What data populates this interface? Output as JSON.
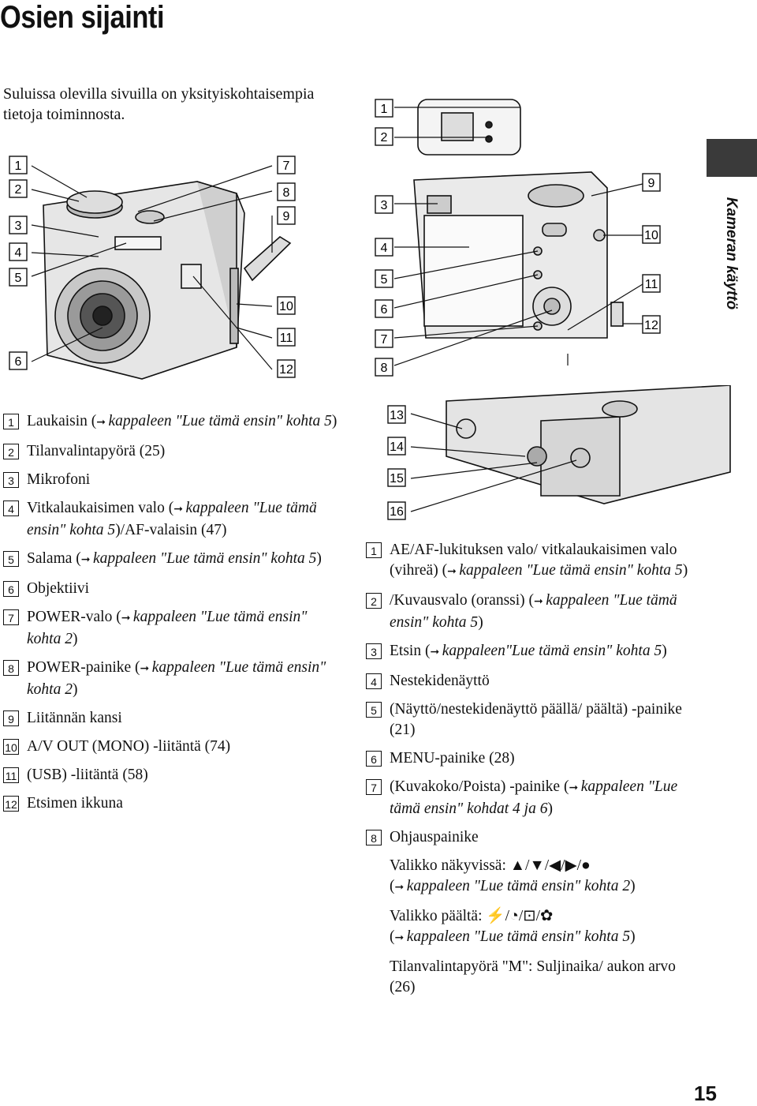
{
  "page": {
    "title": "Osien sijainti",
    "intro": "Suluissa olevilla sivuilla on yksityiskohtaisempia tietoja toiminnosta.",
    "side_label": "Kameran käyttö",
    "page_number": "15"
  },
  "front_callouts": [
    "1",
    "2",
    "3",
    "4",
    "5",
    "6",
    "7",
    "8",
    "9",
    "10",
    "11",
    "12"
  ],
  "back_callouts": [
    "1",
    "2",
    "3",
    "4",
    "5",
    "6",
    "7",
    "8",
    "9",
    "10",
    "11",
    "12"
  ],
  "bottom_callouts": [
    "13",
    "14",
    "15",
    "16"
  ],
  "front_items": [
    {
      "num": "1",
      "pre": "Laukaisin (",
      "ref": "kappaleen \"Lue tämä ensin\" kohta 5",
      "post": ")"
    },
    {
      "num": "2",
      "pre": "Tilanvalintapyörä (25)",
      "ref": "",
      "post": ""
    },
    {
      "num": "3",
      "pre": "Mikrofoni",
      "ref": "",
      "post": ""
    },
    {
      "num": "4",
      "pre": "Vitkalaukaisimen valo (",
      "ref": "kappaleen \"Lue tämä ensin\" kohta 5",
      "post": ")/AF-valaisin (47)"
    },
    {
      "num": "5",
      "pre": "Salama (",
      "ref": "kappaleen \"Lue tämä ensin\" kohta 5",
      "post": ")"
    },
    {
      "num": "6",
      "pre": "Objektiivi",
      "ref": "",
      "post": ""
    },
    {
      "num": "7",
      "pre": "POWER-valo (",
      "ref": "kappaleen \"Lue tämä ensin\" kohta 2",
      "post": ")"
    },
    {
      "num": "8",
      "pre": "POWER-painike (",
      "ref": "kappaleen \"Lue tämä ensin\" kohta 2",
      "post": ")"
    },
    {
      "num": "9",
      "pre": "Liitännän kansi",
      "ref": "",
      "post": ""
    },
    {
      "num": "10",
      "pre": "A/V OUT (MONO) -liitäntä (74)",
      "ref": "",
      "post": ""
    },
    {
      "num": "11",
      "pre": "(USB) -liitäntä (58)",
      "ref": "",
      "post": ""
    },
    {
      "num": "12",
      "pre": "Etsimen ikkuna",
      "ref": "",
      "post": ""
    }
  ],
  "back_items": [
    {
      "num": "1",
      "pre": "AE/AF-lukituksen valo/ vitkalaukaisimen valo (vihreä) (",
      "ref": "kappaleen \"Lue tämä ensin\" kohta 5",
      "post": ")"
    },
    {
      "num": "2",
      "pre": "/Kuvausvalo (oranssi) (",
      "ref": "kappaleen \"Lue tämä ensin\" kohta 5",
      "post": ")"
    },
    {
      "num": "3",
      "pre": "Etsin (",
      "ref": "kappaleen\"Lue tämä ensin\" kohta 5",
      "post": ")"
    },
    {
      "num": "4",
      "pre": "Nestekidenäyttö",
      "ref": "",
      "post": ""
    },
    {
      "num": "5",
      "pre": "(Näyttö/nestekidenäyttö päällä/ päältä) -painike (21)",
      "ref": "",
      "post": ""
    },
    {
      "num": "6",
      "pre": "MENU-painike (28)",
      "ref": "",
      "post": ""
    },
    {
      "num": "7",
      "pre": "(Kuvakoko/Poista) -painike (",
      "ref": "kappaleen \"Lue tämä ensin\" kohdat 4 ja 6",
      "post": ")"
    },
    {
      "num": "8",
      "pre": "Ohjauspainike",
      "ref": "",
      "post": ""
    }
  ],
  "control_sub": [
    {
      "pre": "Valikko näkyvissä: ▲/▼/◀/▶/●",
      "ref": "kappaleen \"Lue tämä ensin\" kohta 2",
      "post": ")"
    },
    {
      "pre": "Valikko päältä: ⚡/◔/⊡/✿",
      "ref": "kappaleen \"Lue tämä ensin\" kohta 5",
      "post": ")"
    },
    {
      "pre": "Tilanvalintapyörä \"M\": Suljinaika/ aukon arvo (26)",
      "ref": "",
      "post": ""
    }
  ]
}
